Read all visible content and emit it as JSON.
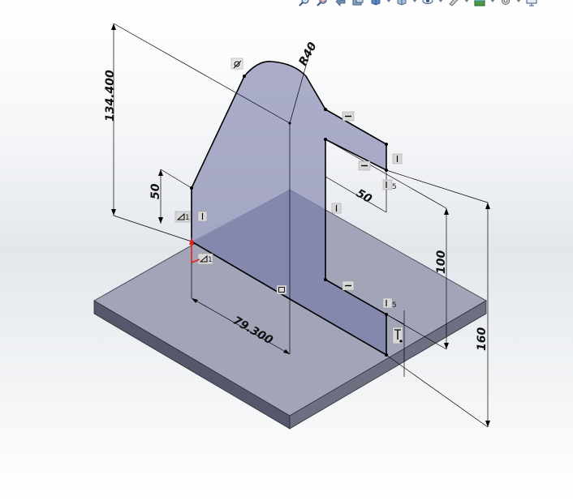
{
  "toolbar": {
    "icons": [
      "zoom-to-fit-icon",
      "zoom-area-icon",
      "previous-view-icon",
      "section-view-icon",
      "view-orientation-icon",
      "display-style-icon",
      "hide-show-items-icon",
      "edit-appearance-icon",
      "apply-scene-icon",
      "view-settings-icon",
      "monitor-icon"
    ]
  },
  "dimensions": {
    "overall_height": "134.400",
    "lower_height": "50",
    "arc_radius": "R40",
    "slot_width": "50",
    "slot_height": "100",
    "base_length": "79.300",
    "base_depth": "160",
    "small_offset": "5",
    "small_offset_2": "5"
  },
  "relations": {
    "horizontal": "—",
    "vertical": "|",
    "coincident": "⊿1"
  },
  "colors": {
    "plate_top": "#a2a5b8",
    "plate_side": "#56596a",
    "plate_front": "#6c7080",
    "sketch_plane": "#7a7ea0",
    "sketch_line": "#000000",
    "origin_arrow": "#e02020"
  }
}
